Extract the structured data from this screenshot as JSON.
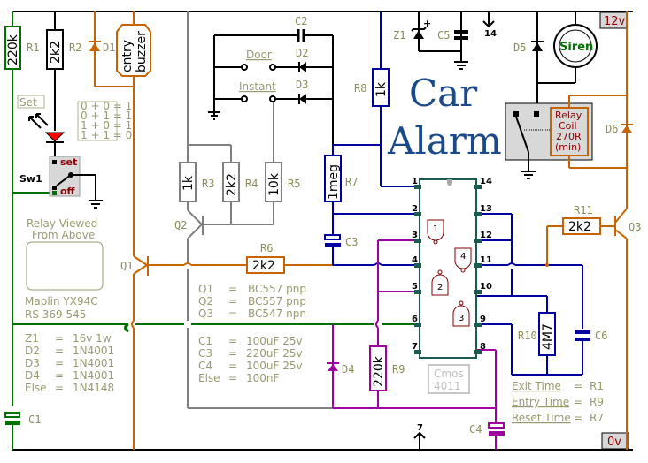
{
  "title": {
    "line1": "Car",
    "line2": "Alarm"
  },
  "rails": {
    "positive": "12v",
    "ground": "0v"
  },
  "colors": {
    "rail": "#000000",
    "green": "#007000",
    "orange": "#c86400",
    "blue": "#0000a0",
    "magenta": "#a000a0",
    "grey": "#808080",
    "ic": "#1a5a50",
    "gate": "#800000",
    "label": "#8c8c5a",
    "title": "#1a4a8a"
  },
  "resistors": [
    {
      "ref": "R1",
      "value": "220k"
    },
    {
      "ref": "R2",
      "value": "2k2"
    },
    {
      "ref": "R3",
      "value": "1k"
    },
    {
      "ref": "R4",
      "value": "2k2"
    },
    {
      "ref": "R5",
      "value": "10k"
    },
    {
      "ref": "R6",
      "value": "2k2"
    },
    {
      "ref": "R7",
      "value": "1meg"
    },
    {
      "ref": "R8",
      "value": "1k"
    },
    {
      "ref": "R9",
      "value": "220k"
    },
    {
      "ref": "R10",
      "value": "4M7"
    },
    {
      "ref": "R11",
      "value": "2k2"
    }
  ],
  "capacitors": [
    "C1",
    "C2",
    "C3",
    "C4",
    "C5",
    "C6"
  ],
  "diodes": [
    "D1",
    "D2",
    "D3",
    "D4",
    "D5",
    "D6",
    "Z1"
  ],
  "transistors": [
    "Q1",
    "Q2",
    "Q3"
  ],
  "switch": {
    "ref": "Sw1",
    "set": "set",
    "off": "off"
  },
  "led_label": "Set",
  "buzzer": {
    "line1": "entry",
    "line2": "buzzer"
  },
  "siren": "Siren",
  "contacts": {
    "door": "Door",
    "instant": "Instant"
  },
  "relay_coil": [
    "Relay",
    "Coil",
    "270R",
    "(min)"
  ],
  "truth_table": [
    "0 + 0 = 1",
    "0 + 1 = 1",
    "1 + 0 = 1",
    "1 + 1 = 0"
  ],
  "relay_note": {
    "line1": "Relay Viewed",
    "line2": "From Above",
    "line3": "Maplin  YX94C",
    "line4": "RS     369 545"
  },
  "parts_list_a": [
    {
      "ref": "Z1",
      "value": "16v 1w"
    },
    {
      "ref": "D2",
      "value": "1N4001"
    },
    {
      "ref": "D3",
      "value": "1N4001"
    },
    {
      "ref": "D4",
      "value": "1N4001"
    },
    {
      "ref": "Else",
      "value": "1N4148"
    }
  ],
  "parts_list_b": [
    {
      "ref": "Q1",
      "value": "BC557 pnp"
    },
    {
      "ref": "Q2",
      "value": "BC557 pnp"
    },
    {
      "ref": "Q3",
      "value": "BC547 npn"
    }
  ],
  "parts_list_c": [
    {
      "ref": "C1",
      "value": "100uF  25v"
    },
    {
      "ref": "C3",
      "value": "220uF  25v"
    },
    {
      "ref": "C4",
      "value": "100uF  25v"
    },
    {
      "ref": "Else",
      "value": "100nF"
    }
  ],
  "timing": [
    {
      "name": "Exit Time",
      "ref": "R1"
    },
    {
      "name": "Entry Time",
      "ref": "R9"
    },
    {
      "name": "Reset Time",
      "ref": "R7"
    }
  ],
  "ic": {
    "line1": "Cmos",
    "line2": "4011",
    "pins_left": [
      "1",
      "2",
      "3",
      "4",
      "5",
      "6",
      "7"
    ],
    "pins_right": [
      "14",
      "13",
      "12",
      "11",
      "10",
      "9",
      "8"
    ],
    "gates": [
      "1",
      "2",
      "3",
      "4"
    ]
  },
  "supply_pins": {
    "vdd": "14",
    "vss": "7"
  },
  "eq": "="
}
